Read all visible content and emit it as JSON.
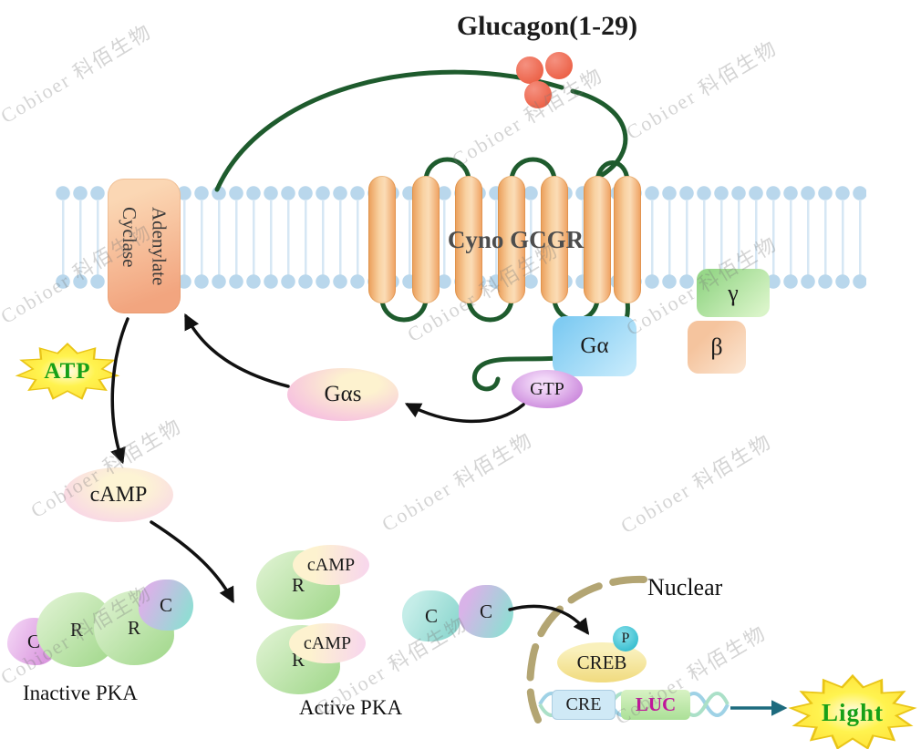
{
  "title": "Glucagon(1-29)",
  "watermark_text": "Cobioer 科佰生物",
  "pathway": {
    "receptor": "Cyno GCGR",
    "adenylate_cyclase": "Adenylate\nCyclase",
    "g_alpha": "Gα",
    "g_gamma": "γ",
    "g_beta": "β",
    "gtp": "GTP",
    "g_alpha_s": "Gαs",
    "atp": "ATP",
    "camp": "cAMP",
    "inactive_pka_label": "Inactive PKA",
    "active_pka_label": "Active PKA",
    "r_subunit": "R",
    "c_subunit": "C",
    "nuclear_label": "Nuclear",
    "creb": "CREB",
    "phospho": "P",
    "cre": "CRE",
    "luc": "LUC",
    "light": "Light"
  },
  "colors": {
    "helix_orange": "#f2ad6d",
    "membrane_blue": "#b9d7ec",
    "loop_green": "#1e5b2d",
    "ligand_red": "#ef6b55",
    "star_yellow": "#fff34f",
    "green_text": "#17a017",
    "luc_magenta": "#c0169a",
    "nuclear_tan": "#ab9b64",
    "arrow_black": "#111111",
    "dna_arrow_teal": "#1d6b7e"
  }
}
